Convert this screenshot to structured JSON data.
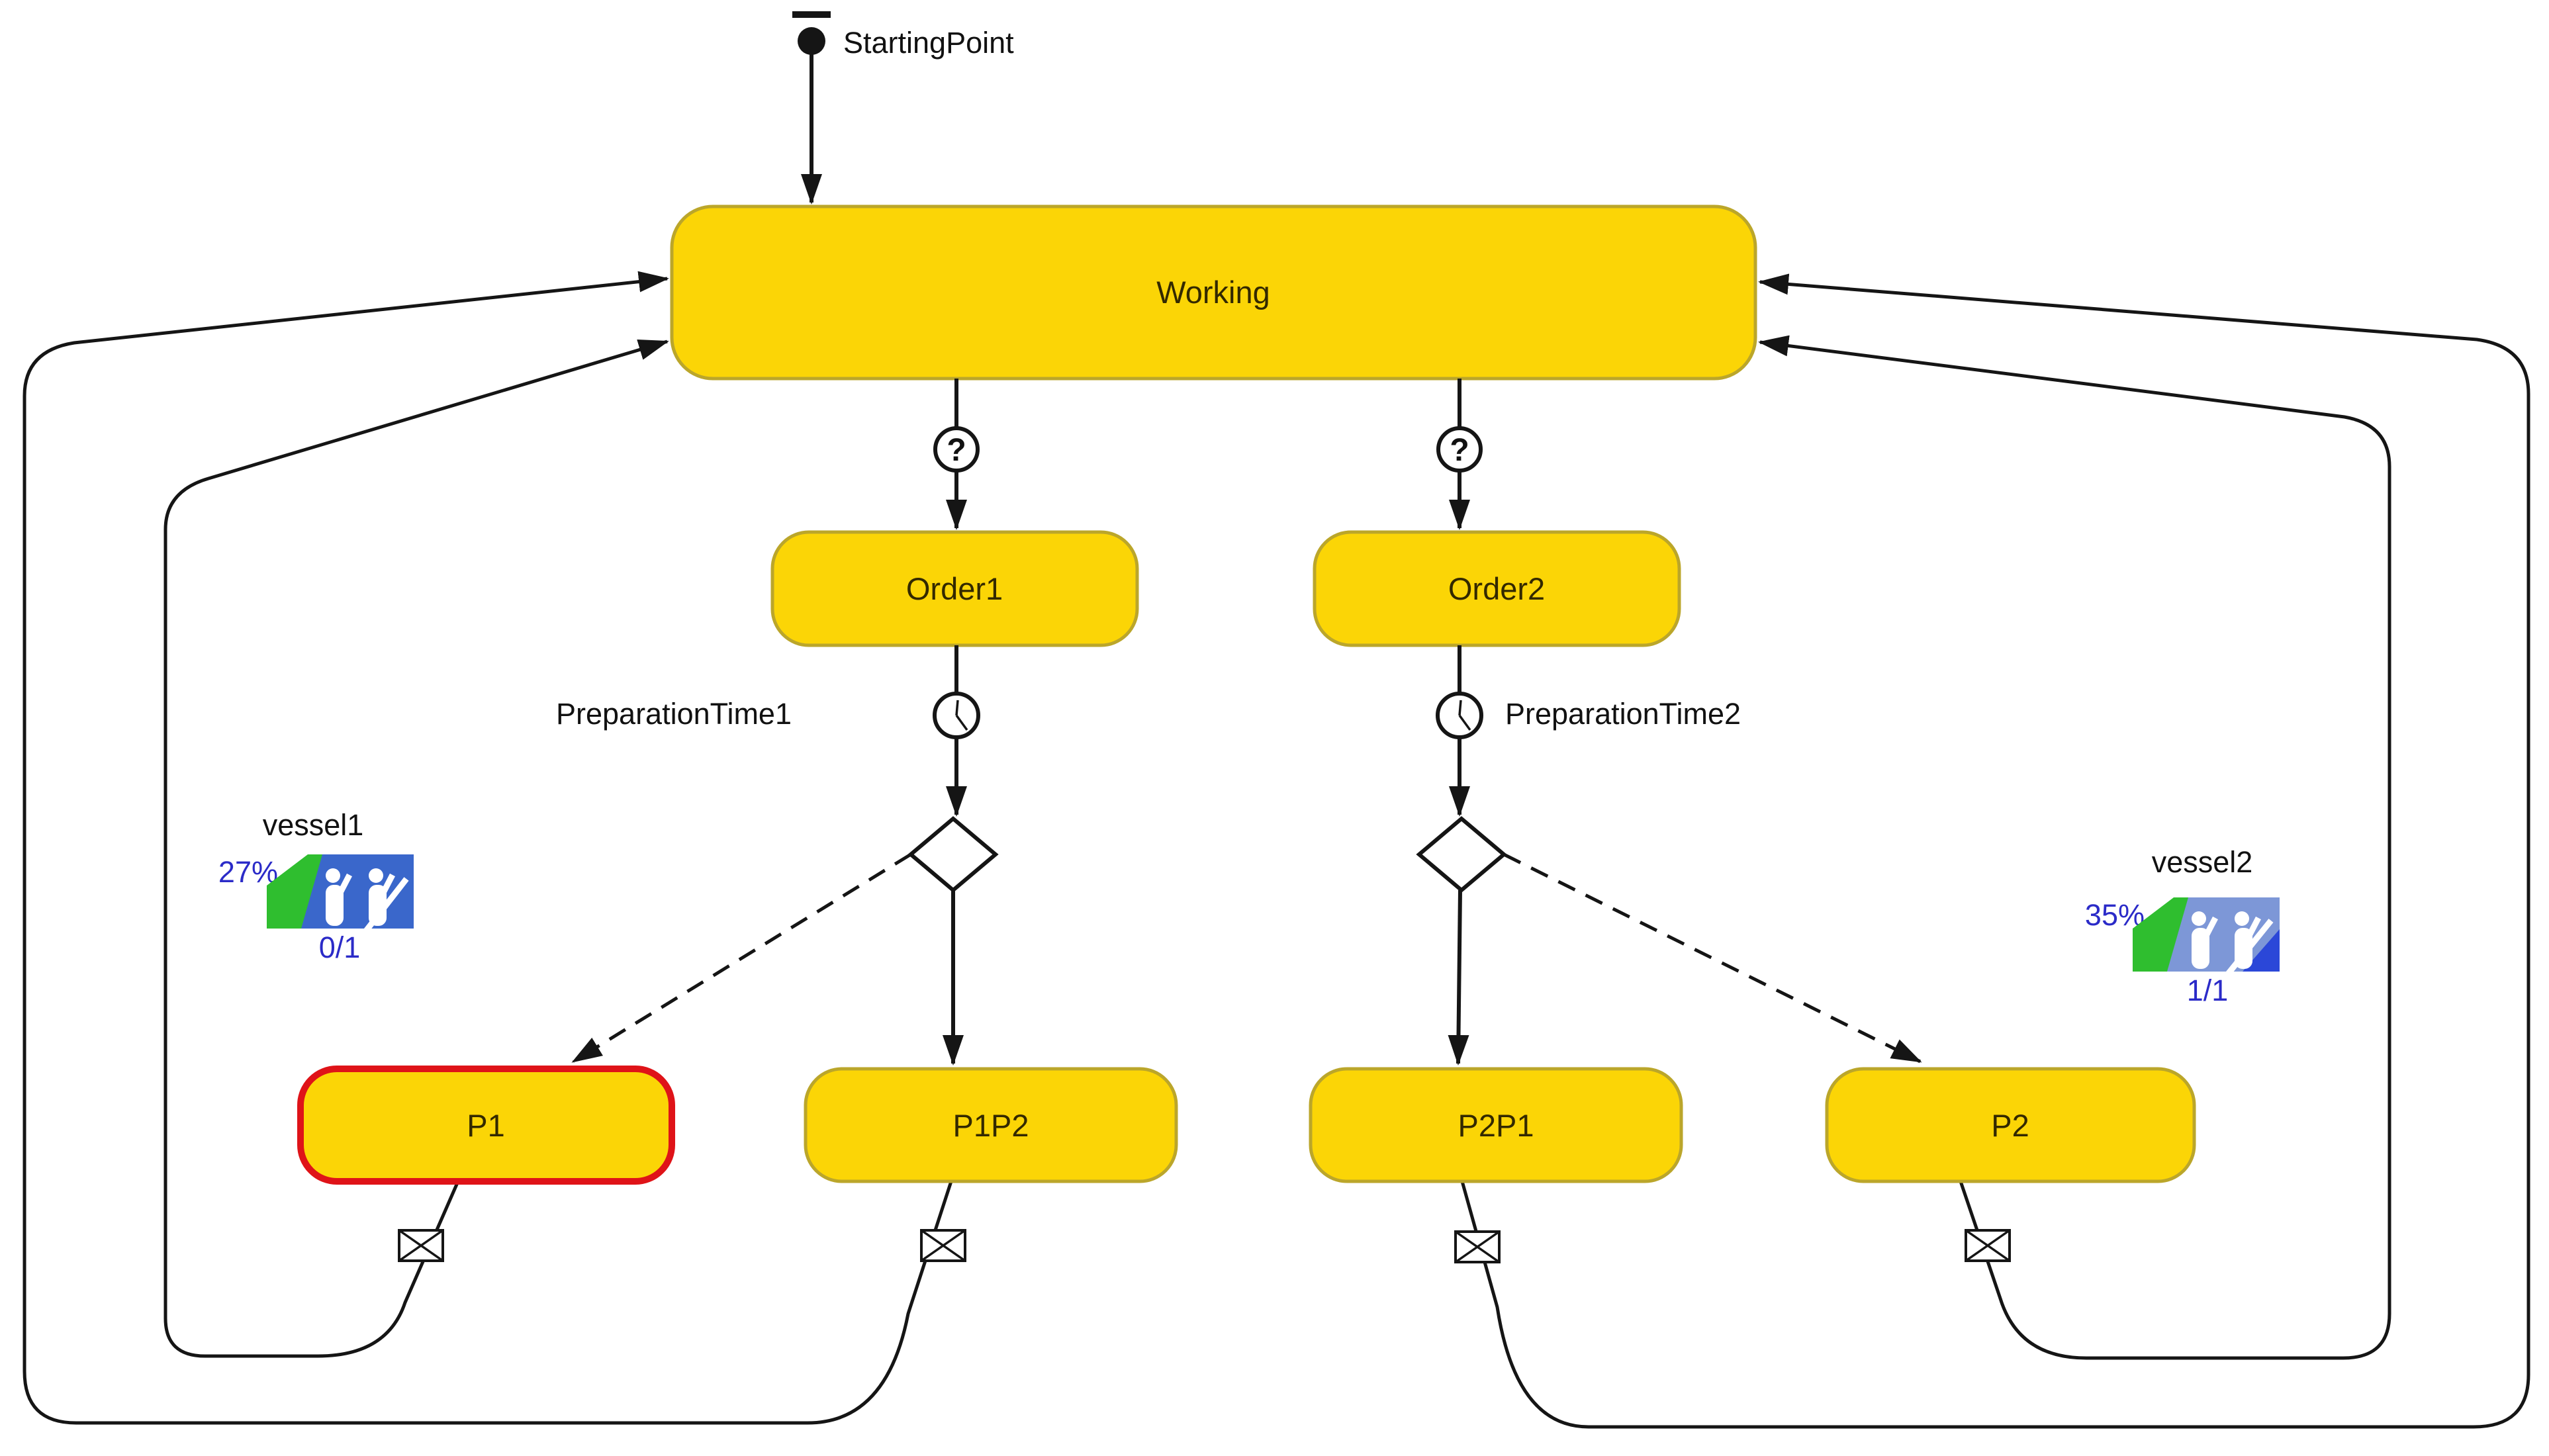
{
  "colors": {
    "state_fill": "#FBD506",
    "state_border": "#BBA62A",
    "active_border": "#DF1318",
    "line": "#151515",
    "label_text": "#332900",
    "black_text": "#111111",
    "resource_text": "#2B2BC8",
    "resource_green": "#2FBE2F",
    "resource_blue": "#3A67CB",
    "resource_blue_light": "#7D97D7",
    "resource_blue_dark": "#2B47D8"
  },
  "nodes": {
    "starting_point": {
      "label": "StartingPoint"
    },
    "working": {
      "label": "Working"
    },
    "order1": {
      "label": "Order1"
    },
    "order2": {
      "label": "Order2"
    },
    "p1": {
      "label": "P1"
    },
    "p1p2": {
      "label": "P1P2"
    },
    "p2p1": {
      "label": "P2P1"
    },
    "p2": {
      "label": "P2"
    }
  },
  "transitions": {
    "preparation_time1": {
      "label": "PreparationTime1"
    },
    "preparation_time2": {
      "label": "PreparationTime2"
    }
  },
  "resources": {
    "vessel1": {
      "name": "vessel1",
      "utilization_percent": "27%",
      "busy_count": "0/1"
    },
    "vessel2": {
      "name": "vessel2",
      "utilization_percent": "35%",
      "busy_count": "1/1"
    }
  },
  "icons": {
    "question_mark": "?"
  }
}
